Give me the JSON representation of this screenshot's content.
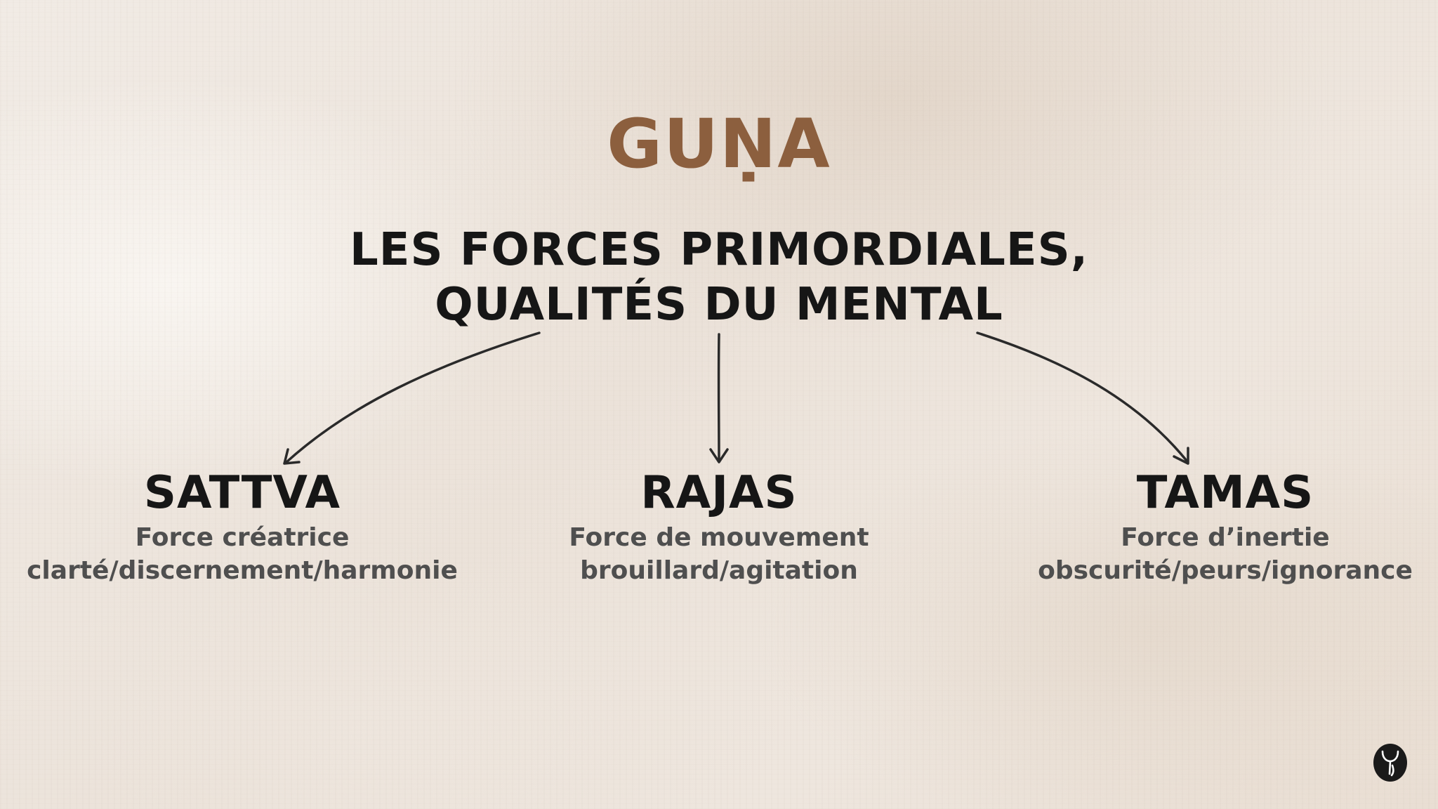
{
  "colors": {
    "title": "#8c5f3e",
    "heading": "#161616",
    "body_text": "#4f4f4f",
    "arrow": "#2a2a2a",
    "logo": "#1a1a1a"
  },
  "title": "GUṆA",
  "subtitle": {
    "line1": "LES FORCES PRIMORDIALES,",
    "line2": "QUALITÉS DU MENTAL"
  },
  "nodes": [
    {
      "name": "SATTVA",
      "line1": "Force créatrice",
      "line2": "clarté/discernement/harmonie"
    },
    {
      "name": "RAJAS",
      "line1": "Force de mouvement",
      "line2": "brouillard/agitation"
    },
    {
      "name": "TAMAS",
      "line1": "Force d’inertie",
      "line2": "obscurité/peurs/ignorance"
    }
  ],
  "icons": {
    "logo": "brand-logo-icon"
  }
}
